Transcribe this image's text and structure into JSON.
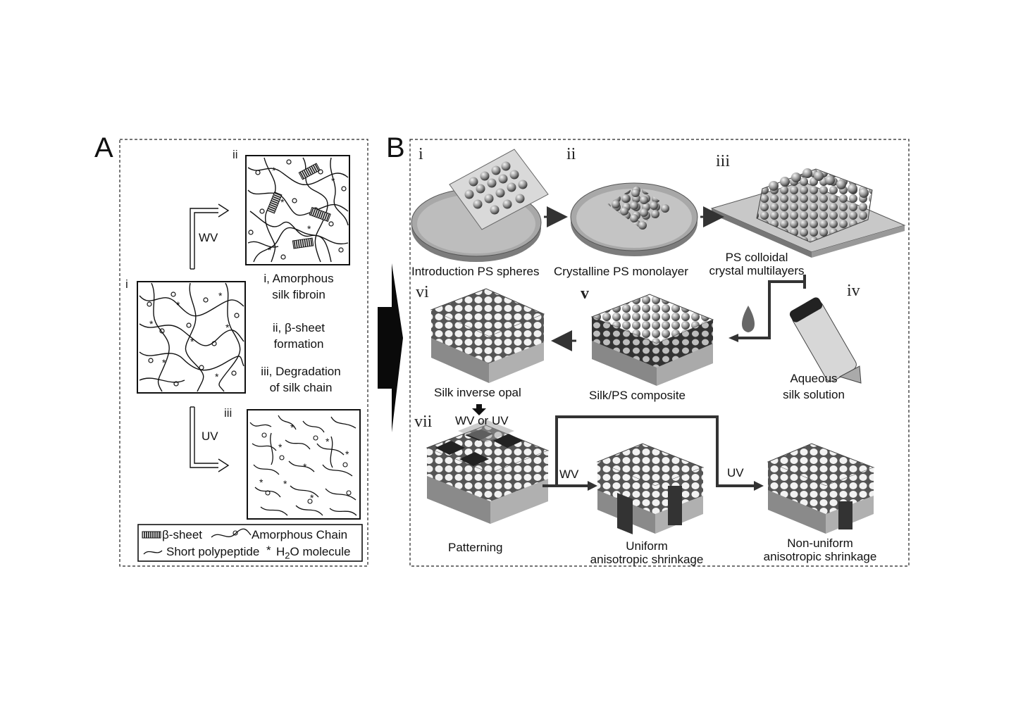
{
  "panel_a": {
    "letter": "A",
    "state_i": "i",
    "state_ii": "ii",
    "state_iii": "iii",
    "arrow_wv": "WV",
    "arrow_uv": "UV",
    "desc": [
      {
        "line1": "i, Amorphous",
        "line2": "silk fibroin"
      },
      {
        "line1": "ii, β-sheet",
        "line2": "formation"
      },
      {
        "line1": "iii, Degradation",
        "line2": "of silk chain"
      }
    ],
    "legend": {
      "beta_sheet": "β-sheet",
      "amorphous_chain": "Amorphous Chain",
      "short_polypeptide": "Short polypeptide",
      "star": "*",
      "h2o_pre": "H",
      "h2o_sub": "2",
      "h2o_post": "O molecule"
    }
  },
  "panel_b": {
    "letter": "B",
    "steps": [
      {
        "num": "i",
        "caption": "Introduction PS spheres"
      },
      {
        "num": "ii",
        "caption": "Crystalline PS monolayer"
      },
      {
        "num": "iii",
        "caption1": "PS colloidal",
        "caption2": "crystal multilayers"
      },
      {
        "num": "iv",
        "caption1": "Aqueous",
        "caption2": "silk solution"
      },
      {
        "num": "v",
        "caption": "Silk/PS composite"
      },
      {
        "num": "vi",
        "caption": "Silk inverse opal"
      },
      {
        "num": "vii",
        "caption": "Patterning"
      }
    ],
    "wv_or_uv": "WV or UV",
    "branch_wv": "WV",
    "branch_uv": "UV",
    "uniform": {
      "line1": "Uniform",
      "line2": "anisotropic shrinkage"
    },
    "nonuniform": {
      "line1": "Non-uniform",
      "line2": "anisotropic shrinkage"
    }
  },
  "colors": {
    "ink": "#111111",
    "sphere": "#9a9a9a",
    "gray_block": "#8c8c8c",
    "dark_gray": "#444444",
    "pale": "#cfcfcf"
  }
}
